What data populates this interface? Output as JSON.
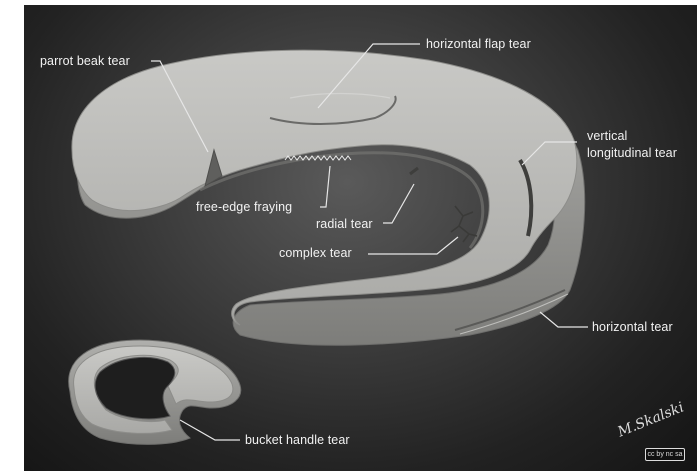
{
  "labels": {
    "parrot_beak": "parrot beak tear",
    "horizontal_flap": "horizontal flap tear",
    "vertical_longitudinal_1": "vertical",
    "vertical_longitudinal_2": "longitudinal tear",
    "free_edge": "free-edge fraying",
    "radial": "radial tear",
    "complex": "complex tear",
    "horizontal": "horizontal tear",
    "bucket_handle": "bucket handle tear"
  },
  "signature": "M.Skalski",
  "license_badge": "cc by nc sa"
}
